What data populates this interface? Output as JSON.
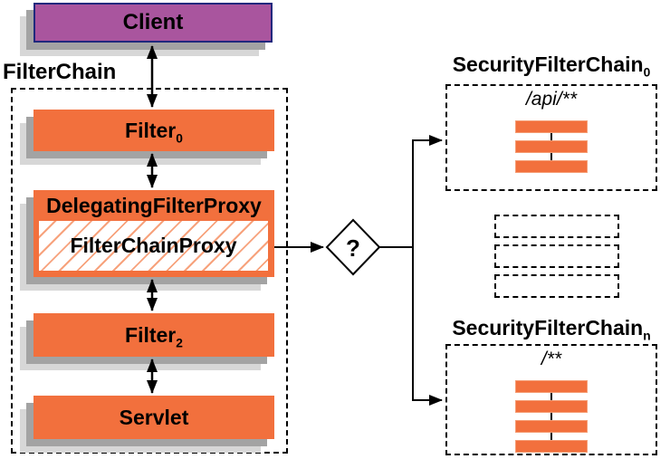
{
  "diagram": {
    "client": {
      "label": "Client"
    },
    "filter_chain": {
      "title": "FilterChain",
      "filter0": {
        "label": "Filter",
        "sub": "0"
      },
      "delegating_filter_proxy": {
        "label": "DelegatingFilterProxy"
      },
      "filter_chain_proxy": {
        "label": "FilterChainProxy"
      },
      "filter2": {
        "label": "Filter",
        "sub": "2"
      },
      "servlet": {
        "label": "Servlet"
      }
    },
    "decision": {
      "label": "?"
    },
    "chains": {
      "chain0": {
        "title": "SecurityFilterChain",
        "title_sub": "0",
        "path_pattern": "/api/**",
        "filter_count": 3
      },
      "chain_n": {
        "title": "SecurityFilterChain",
        "title_sub": "n",
        "path_pattern": "/**",
        "filter_count": 4
      },
      "collapsed_count": 3
    },
    "colors": {
      "orange": "#F2703D",
      "orange_hatch": "#F7A27C",
      "purple": "#A9559E",
      "navy_border": "#20287D",
      "shadow_dark": "#A3A3A3",
      "shadow_light": "#D7D7D7"
    }
  }
}
